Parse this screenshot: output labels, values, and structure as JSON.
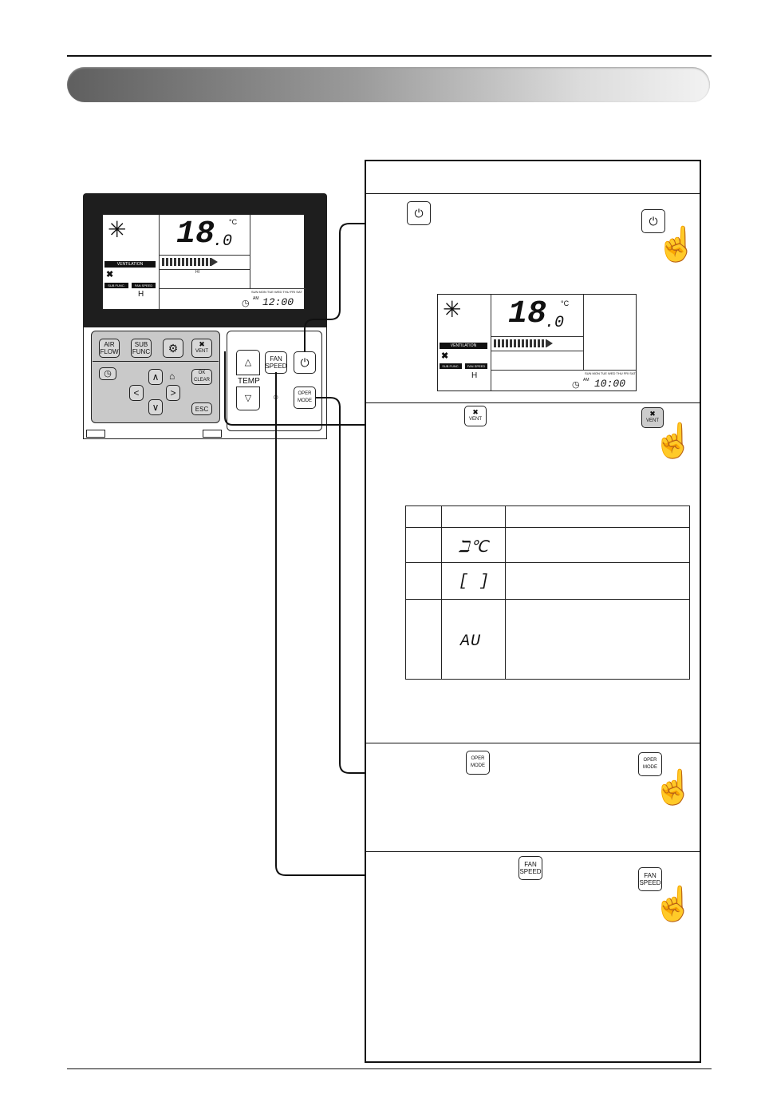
{
  "lcd": {
    "temperature": "18",
    "temperature_decimal": ".0",
    "unit": "°C",
    "ventilation_label": "VENTILATION",
    "sub_func_label": "SUB FUNC.",
    "fan_speed_label": "FAN SPEED",
    "fan_level": "H",
    "fan_bar_label": "HI",
    "days": "SUN MON TUE WED THU FRI SAT",
    "am": "AM",
    "clock": "12:00"
  },
  "lcd2": {
    "temperature": "18",
    "temperature_decimal": ".0",
    "unit": "°C",
    "ventilation_label": "VENTILATION",
    "sub_func_label": "SUB FUNC.",
    "fan_speed_label": "FAN SPEED",
    "fan_level": "H",
    "days": "SUN MON TUE WED THU FRI SAT",
    "am": "AM",
    "clock": "10:00"
  },
  "keys": {
    "air_flow": "AIR FLOW",
    "sub_func": "SUB FUNC",
    "vent": "VENT",
    "ok_clear": "OK CLEAR",
    "esc": "ESC",
    "fan_speed": "FAN SPEED",
    "temp": "TEMP",
    "oper_mode": "OPER MODE"
  },
  "mode_table": {
    "rows": [
      {
        "symbol": "ℶ℃"
      },
      {
        "symbol": "[ ]"
      },
      {
        "symbol": "AU"
      }
    ]
  }
}
